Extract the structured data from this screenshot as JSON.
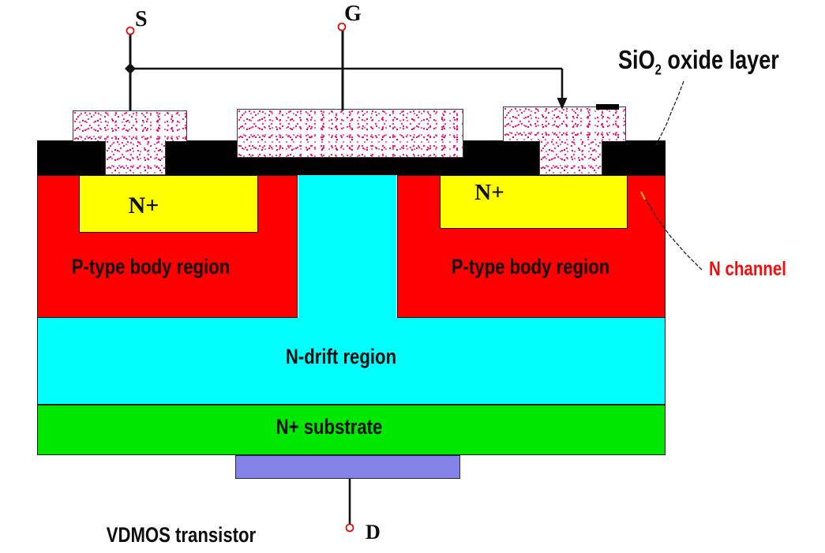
{
  "diagram": {
    "caption": "VDMOS transistor",
    "terminals": {
      "source": "S",
      "gate": "G",
      "drain": "D"
    },
    "regions": {
      "p_body_left": "P-type body region",
      "p_body_right": "P-type body region",
      "n_plus_left": "N+",
      "n_plus_right": "N+",
      "n_drift": "N-drift region",
      "n_substrate": "N+ substrate"
    },
    "annotations": {
      "oxide_prefix": "SiO",
      "oxide_subscript": "2",
      "oxide_suffix": " oxide layer",
      "n_channel": "N channel"
    },
    "colors": {
      "p_body": "#fe0000",
      "n_plus": "#ffff00",
      "n_drift": "#00ffff",
      "n_substrate": "#00e800",
      "drain_contact": "#8484e8",
      "oxide": "#000000",
      "metal_speckle": "#ff0f6e",
      "n_channel_text": "#f20d0d",
      "terminal_ring": "#e01010"
    }
  }
}
